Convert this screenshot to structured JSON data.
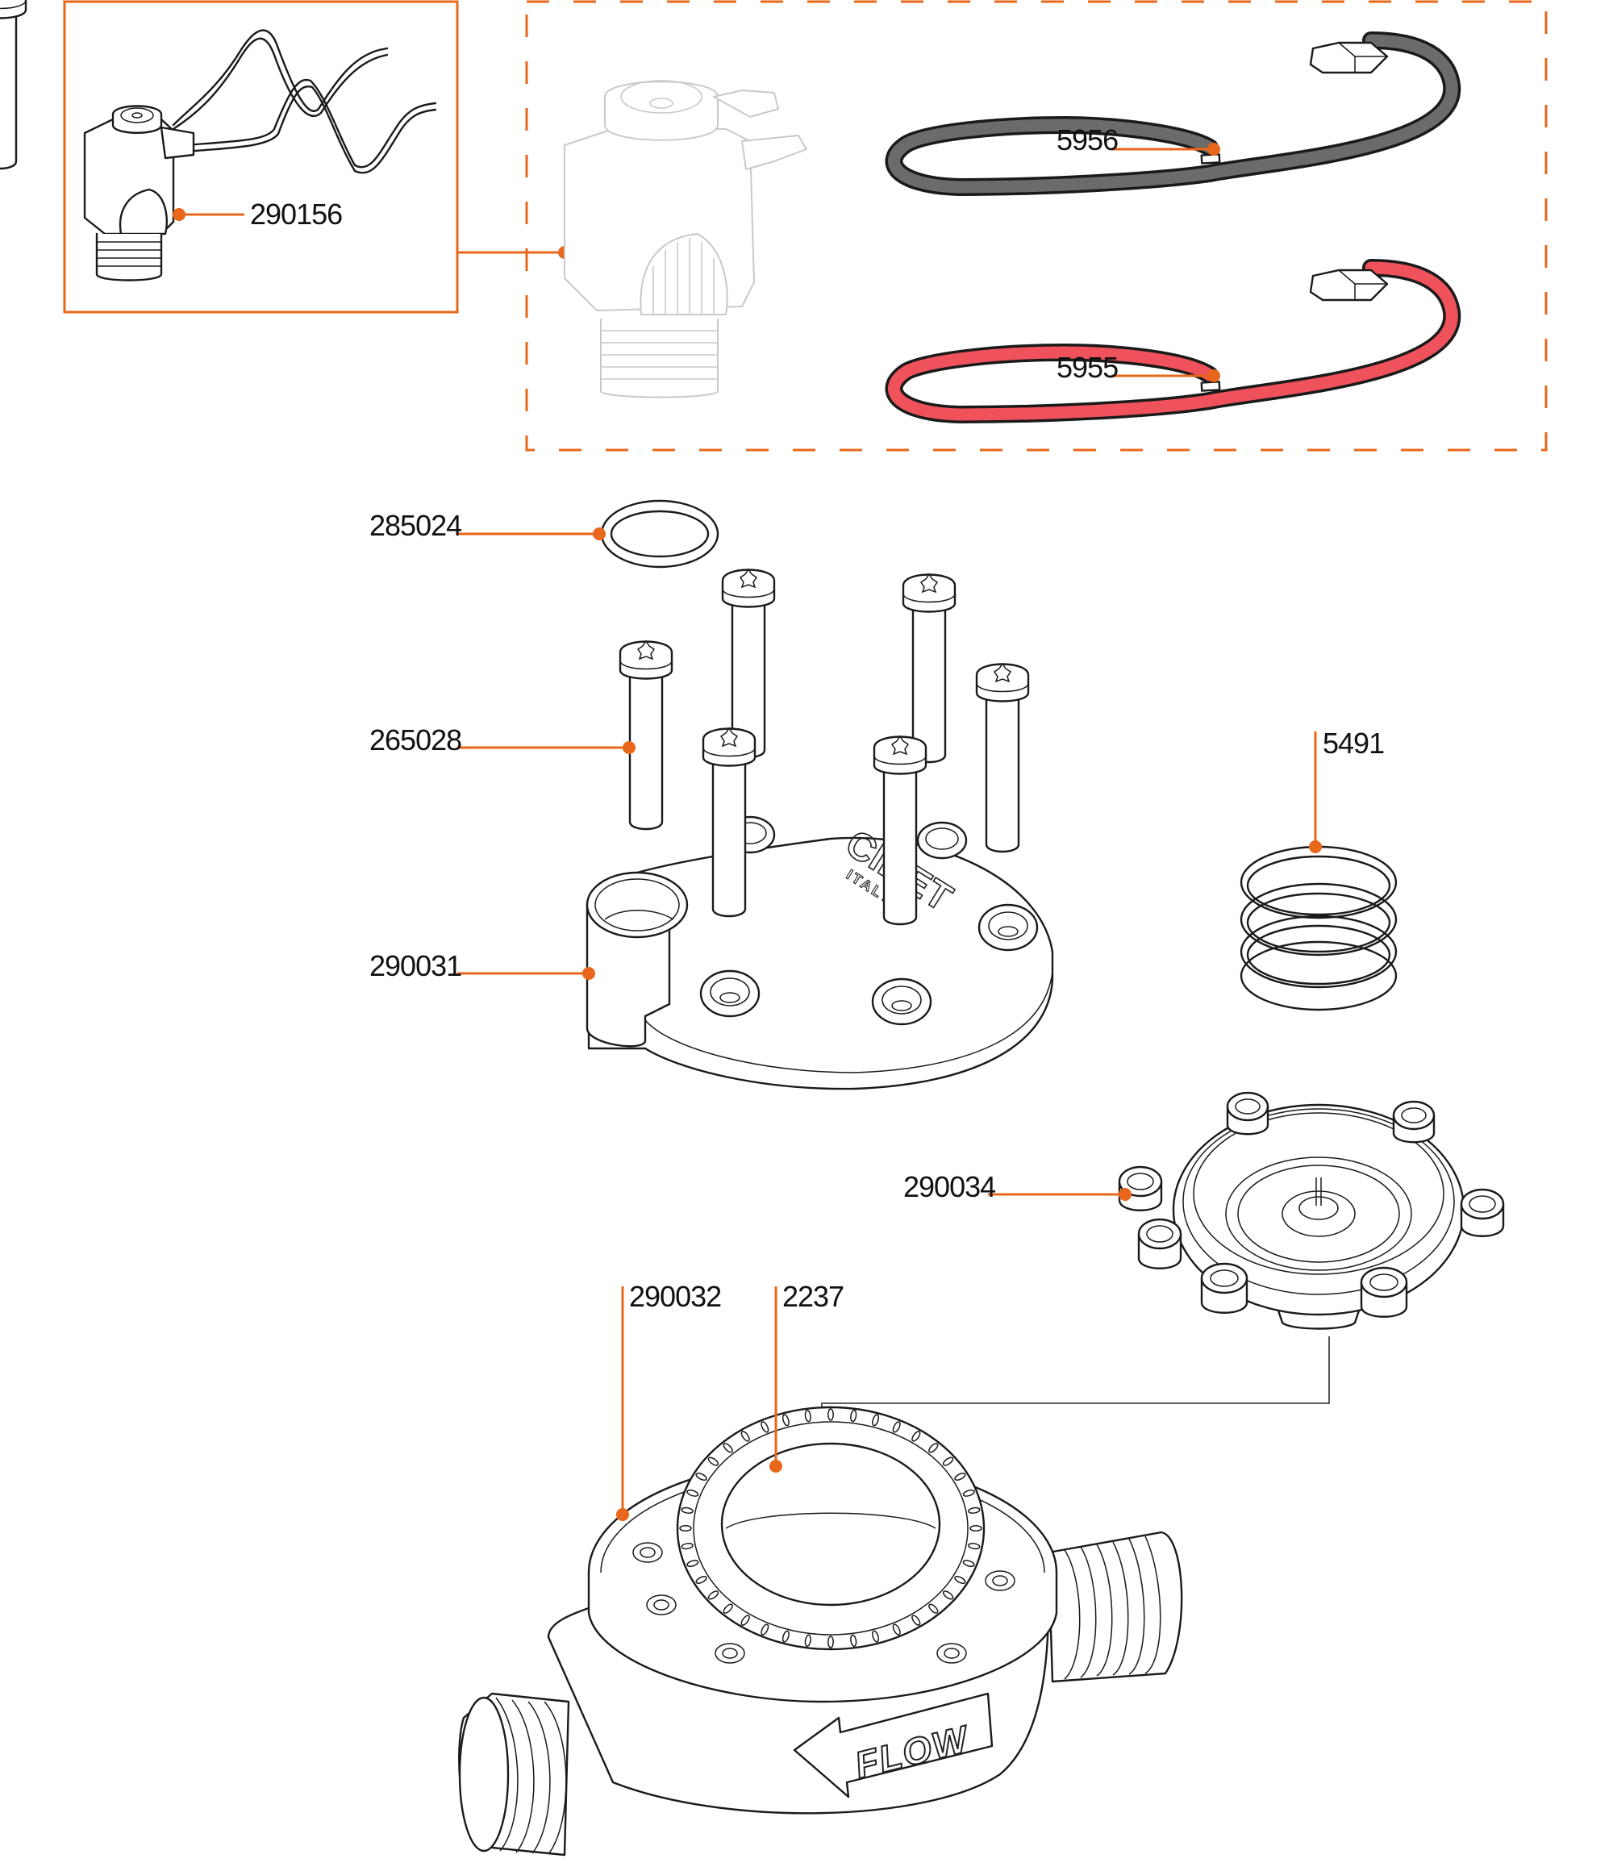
{
  "diagram": {
    "type": "exploded-parts-view",
    "accent_color": "#e8671a",
    "wire_colors": {
      "black_cable": "#6b6b6b",
      "red_cable": "#f0525c"
    },
    "brand_mark": {
      "logo_text": "CIBET",
      "country_text": "ITALY"
    },
    "body_marking": "FLOW",
    "parts": [
      {
        "id": "290156",
        "name": "solenoid-coil-with-wires"
      },
      {
        "id": "5956",
        "name": "black-cable-with-connector"
      },
      {
        "id": "5955",
        "name": "red-cable-with-connector"
      },
      {
        "id": "285024",
        "name": "o-ring"
      },
      {
        "id": "265028",
        "name": "torx-screws"
      },
      {
        "id": "5491",
        "name": "spring"
      },
      {
        "id": "290031",
        "name": "valve-cover"
      },
      {
        "id": "290034",
        "name": "diaphragm"
      },
      {
        "id": "290032",
        "name": "valve-body"
      },
      {
        "id": "2237",
        "name": "filter-ring"
      }
    ]
  }
}
